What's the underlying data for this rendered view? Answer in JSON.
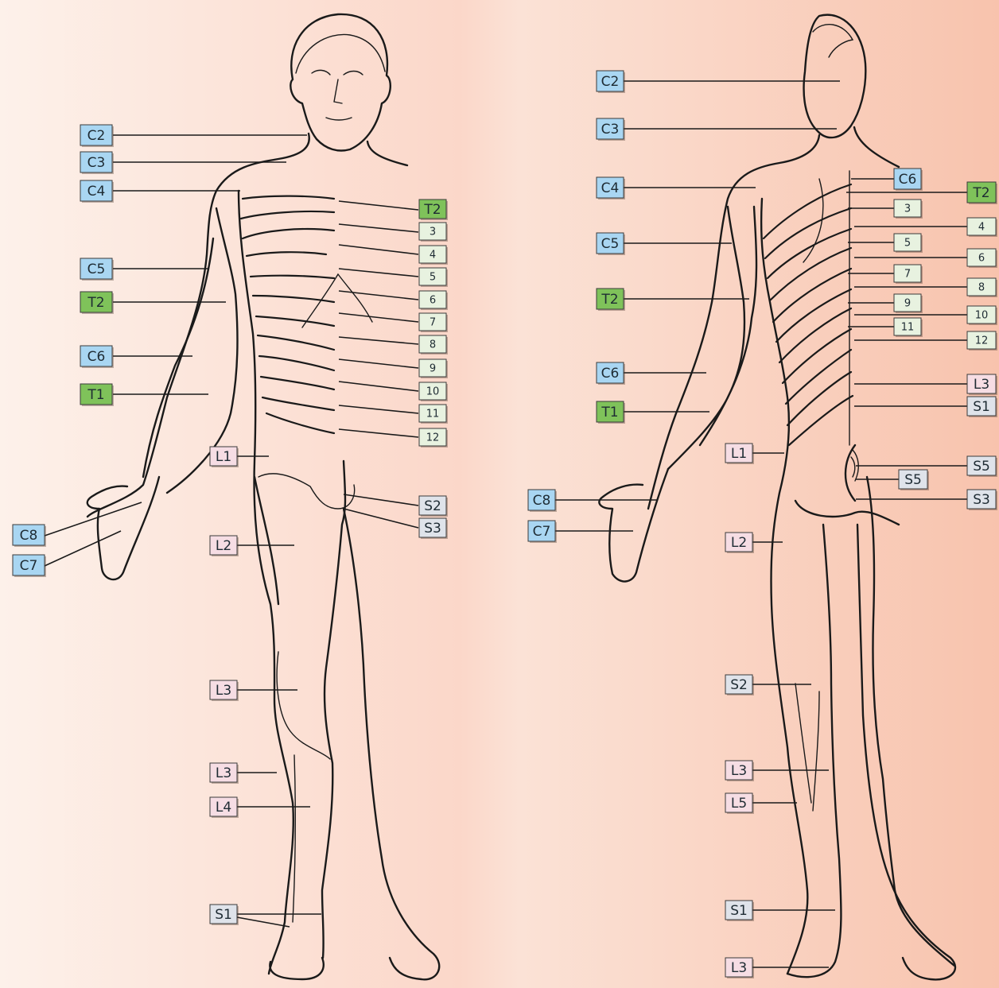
{
  "colors": {
    "cervical": "#a9d6f2",
    "thoracic_main": "#7fc25a",
    "thoracic_small": "#e8f2e0",
    "lumbar": "#f6dde4",
    "sacral": "#dfe3ea",
    "outline": "#1a1a1a"
  },
  "front": {
    "labels": [
      {
        "text": "C2",
        "group": "cervical"
      },
      {
        "text": "C3",
        "group": "cervical"
      },
      {
        "text": "C4",
        "group": "cervical"
      },
      {
        "text": "C5",
        "group": "cervical"
      },
      {
        "text": "T2",
        "group": "thoracic_main"
      },
      {
        "text": "C6",
        "group": "cervical"
      },
      {
        "text": "T1",
        "group": "thoracic_main"
      },
      {
        "text": "C8",
        "group": "cervical"
      },
      {
        "text": "C7",
        "group": "cervical"
      },
      {
        "text": "T2",
        "group": "thoracic_main"
      },
      {
        "text": "3",
        "group": "thoracic_small"
      },
      {
        "text": "4",
        "group": "thoracic_small"
      },
      {
        "text": "5",
        "group": "thoracic_small"
      },
      {
        "text": "6",
        "group": "thoracic_small"
      },
      {
        "text": "7",
        "group": "thoracic_small"
      },
      {
        "text": "8",
        "group": "thoracic_small"
      },
      {
        "text": "9",
        "group": "thoracic_small"
      },
      {
        "text": "10",
        "group": "thoracic_small"
      },
      {
        "text": "11",
        "group": "thoracic_small"
      },
      {
        "text": "12",
        "group": "thoracic_small"
      },
      {
        "text": "L1",
        "group": "lumbar"
      },
      {
        "text": "S2",
        "group": "sacral"
      },
      {
        "text": "S3",
        "group": "sacral"
      },
      {
        "text": "L2",
        "group": "lumbar"
      },
      {
        "text": "L3",
        "group": "lumbar"
      },
      {
        "text": "L3",
        "group": "lumbar"
      },
      {
        "text": "L4",
        "group": "lumbar"
      },
      {
        "text": "S1",
        "group": "sacral"
      }
    ]
  },
  "back": {
    "labels": [
      {
        "text": "C2",
        "group": "cervical"
      },
      {
        "text": "C3",
        "group": "cervical"
      },
      {
        "text": "C4",
        "group": "cervical"
      },
      {
        "text": "C5",
        "group": "cervical"
      },
      {
        "text": "T2",
        "group": "thoracic_main"
      },
      {
        "text": "C6",
        "group": "cervical"
      },
      {
        "text": "T1",
        "group": "thoracic_main"
      },
      {
        "text": "C8",
        "group": "cervical"
      },
      {
        "text": "C7",
        "group": "cervical"
      },
      {
        "text": "L1",
        "group": "lumbar"
      },
      {
        "text": "L2",
        "group": "lumbar"
      },
      {
        "text": "S2",
        "group": "sacral"
      },
      {
        "text": "L3",
        "group": "lumbar"
      },
      {
        "text": "L5",
        "group": "lumbar"
      },
      {
        "text": "S1",
        "group": "sacral"
      },
      {
        "text": "L3",
        "group": "lumbar"
      },
      {
        "text": "C6",
        "group": "cervical"
      },
      {
        "text": "T2",
        "group": "thoracic_main"
      },
      {
        "text": "3",
        "group": "thoracic_small"
      },
      {
        "text": "4",
        "group": "thoracic_small"
      },
      {
        "text": "5",
        "group": "thoracic_small"
      },
      {
        "text": "6",
        "group": "thoracic_small"
      },
      {
        "text": "7",
        "group": "thoracic_small"
      },
      {
        "text": "8",
        "group": "thoracic_small"
      },
      {
        "text": "9",
        "group": "thoracic_small"
      },
      {
        "text": "10",
        "group": "thoracic_small"
      },
      {
        "text": "11",
        "group": "thoracic_small"
      },
      {
        "text": "12",
        "group": "thoracic_small"
      },
      {
        "text": "L3",
        "group": "lumbar"
      },
      {
        "text": "S1",
        "group": "sacral"
      },
      {
        "text": "S5",
        "group": "sacral"
      },
      {
        "text": "S5",
        "group": "sacral"
      },
      {
        "text": "S3",
        "group": "sacral"
      }
    ]
  }
}
